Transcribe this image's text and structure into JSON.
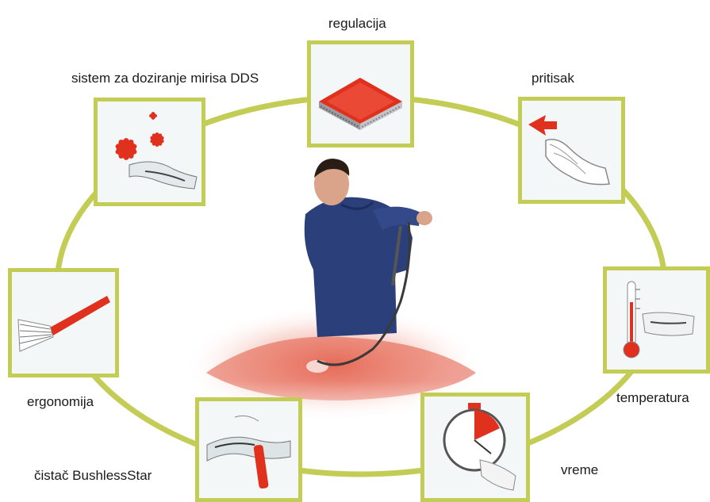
{
  "diagram": {
    "ring_color": "#c3cc55",
    "accent_color": "#e0311f",
    "nodes": [
      {
        "id": "regulacija",
        "label": "regulacija",
        "icon": "heating-plate-icon"
      },
      {
        "id": "pritisak",
        "label": "pritisak",
        "icon": "hand-pressure-icon"
      },
      {
        "id": "temperatura",
        "label": "temperatura",
        "icon": "thermometer-icon"
      },
      {
        "id": "vreme",
        "label": "vreme",
        "icon": "stopwatch-icon"
      },
      {
        "id": "cistac",
        "label": "čistač BushlessStar",
        "icon": "cleaning-brush-icon"
      },
      {
        "id": "ergonomija",
        "label": "ergonomija",
        "icon": "wand-nozzle-icon"
      },
      {
        "id": "dds",
        "label": "sistem za doziranje mirisa DDS",
        "icon": "fragrance-flower-icon"
      }
    ],
    "center_image": "worker-washing-car-illustration"
  }
}
